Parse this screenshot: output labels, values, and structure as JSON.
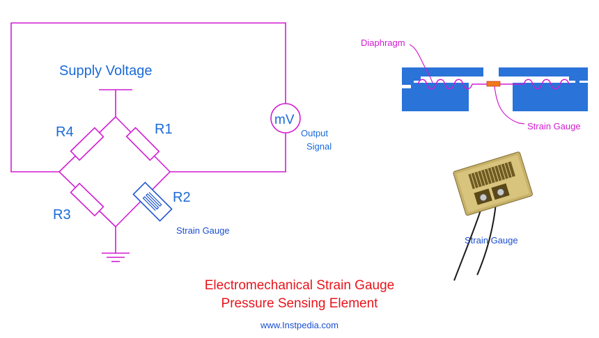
{
  "circuit": {
    "supply_label": "Supply Voltage",
    "r1": "R1",
    "r2": "R2",
    "r3": "R3",
    "r4": "R4",
    "meter_label": "mV",
    "output_line1": "Output",
    "output_line2": "Signal",
    "gauge_label": "Strain Gauge"
  },
  "cross_section": {
    "diaphragm_label": "Diaphragm",
    "gauge_label": "Strain Gauge"
  },
  "photo": {
    "caption": "Strain Gauge"
  },
  "footer": {
    "title_line1": "Electromechanical Strain Gauge",
    "title_line2": "Pressure Sensing Element",
    "website": "www.Instpedia.com"
  },
  "colors": {
    "wire": "#d21bd2",
    "text_blue": "#1a6ad8",
    "title_red": "#e8141b",
    "blue_body": "#2a73d9"
  }
}
